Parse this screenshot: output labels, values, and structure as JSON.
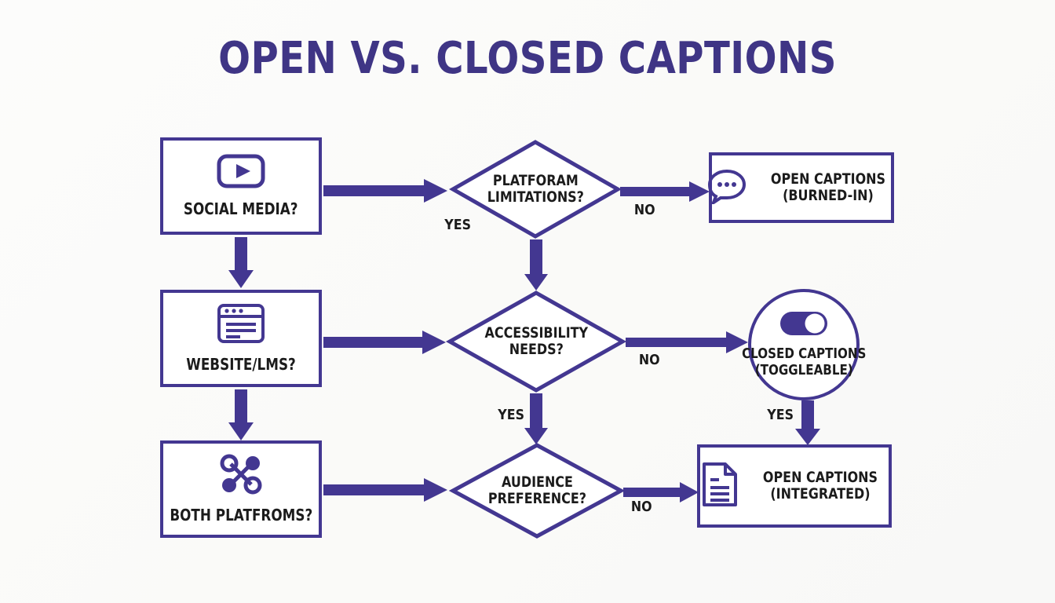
{
  "title": "OPEN VS. CLOSED CAPTIONS",
  "colors": {
    "brand_purple": "#433791",
    "title_purple": "#3f3585",
    "text_black": "#1b1b1b",
    "background": "#fbfbfa",
    "node_fill": "#ffffff"
  },
  "nodes": {
    "social_media": {
      "label": "SOCIAL MEDIA?",
      "icon": "play-button-icon",
      "shape": "rectangle"
    },
    "website_lms": {
      "label": "WEBSITE/LMS?",
      "icon": "browser-window-icon",
      "shape": "rectangle"
    },
    "both_platforms": {
      "label": "BOTH PLATFROMS?",
      "icon": "share-network-icon",
      "shape": "rectangle"
    },
    "platform_limitations": {
      "line1": "PLATFORAM",
      "line2": "LIMITATIONS?",
      "shape": "diamond"
    },
    "accessibility_needs": {
      "line1": "ACCESSIBILITY",
      "line2": "NEEDS?",
      "shape": "diamond"
    },
    "audience_preference": {
      "line1": "AUDIENCE",
      "line2": "PREFERENCE?",
      "shape": "diamond"
    },
    "open_captions_burned": {
      "line1": "OPEN CAPTIONS",
      "line2": "(BURNED-IN)",
      "icon": "speech-bubble-icon",
      "shape": "rectangle"
    },
    "closed_captions_toggleable": {
      "line1": "CLOSED CAPTIONS",
      "line2": "(TOGGLEABLE)",
      "icon": "toggle-switch-icon",
      "shape": "circle"
    },
    "open_captions_integrated": {
      "line1": "OPEN CAPTIONS",
      "line2": "(INTEGRATED)",
      "icon": "document-icon",
      "shape": "rectangle"
    }
  },
  "edges": {
    "social_to_platform": {
      "label": "",
      "direction": "right"
    },
    "platform_yes": {
      "label": "YES",
      "direction": "down-left-marker"
    },
    "platform_no": {
      "label": "NO",
      "direction": "right"
    },
    "platform_to_accessibility": {
      "label": "",
      "direction": "down"
    },
    "social_to_website": {
      "label": "",
      "direction": "down"
    },
    "website_to_accessibility": {
      "label": "",
      "direction": "right"
    },
    "accessibility_no": {
      "label": "NO",
      "direction": "right"
    },
    "accessibility_yes": {
      "label": "YES",
      "direction": "down"
    },
    "website_to_both": {
      "label": "",
      "direction": "down"
    },
    "both_to_audience": {
      "label": "",
      "direction": "right"
    },
    "audience_no": {
      "label": "NO",
      "direction": "right"
    },
    "closed_to_integrated_yes": {
      "label": "YES",
      "direction": "down"
    }
  }
}
